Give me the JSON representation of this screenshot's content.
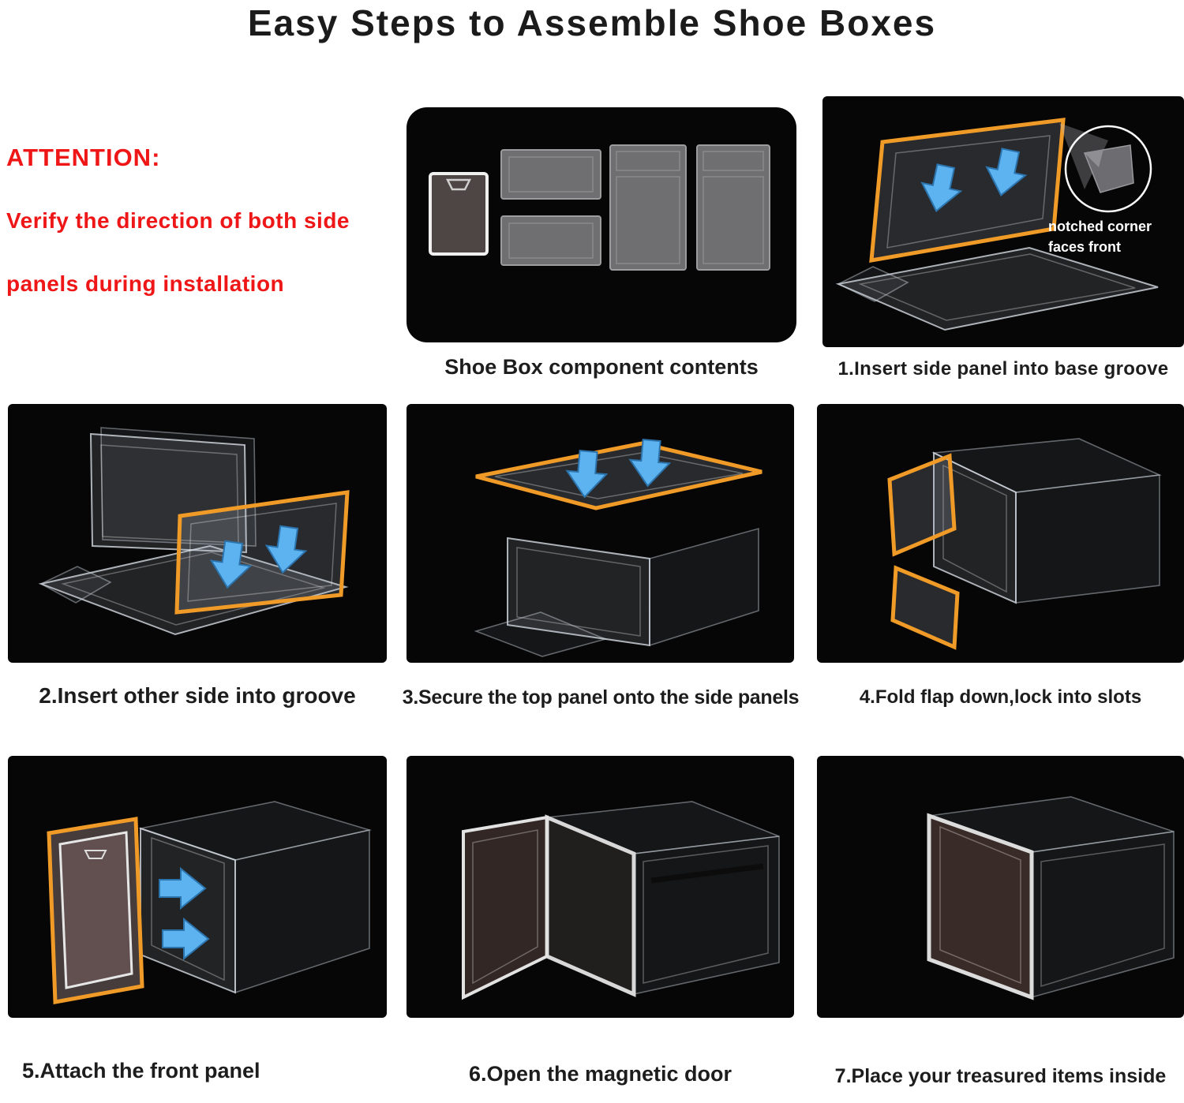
{
  "page": {
    "title": "Easy Steps to Assemble Shoe Boxes"
  },
  "attention": {
    "heading": "ATTENTION:",
    "line1": "Verify the direction of both side",
    "line2": "panels during installation"
  },
  "panels": {
    "components": {
      "caption": "Shoe Box component contents"
    },
    "step1": {
      "caption": "1.Insert side panel into base groove",
      "callout": {
        "line1": "notched corner",
        "line2": "faces front"
      }
    },
    "step2": {
      "caption": "2.Insert other side into groove"
    },
    "step3": {
      "caption": "3.Secure the top panel onto the side panels"
    },
    "step4": {
      "caption": "4.Fold flap down,lock into slots"
    },
    "step5": {
      "caption": "5.Attach the front panel"
    },
    "step6": {
      "caption": "6.Open the magnetic door"
    },
    "step7": {
      "caption": "7.Place your treasured items inside"
    }
  },
  "colors": {
    "attention_red": "#ee1616",
    "highlight_orange": "#f09b28",
    "arrow_blue": "#5db2f0",
    "panel_background": "#060606",
    "text_dark": "#1d1d1d"
  }
}
